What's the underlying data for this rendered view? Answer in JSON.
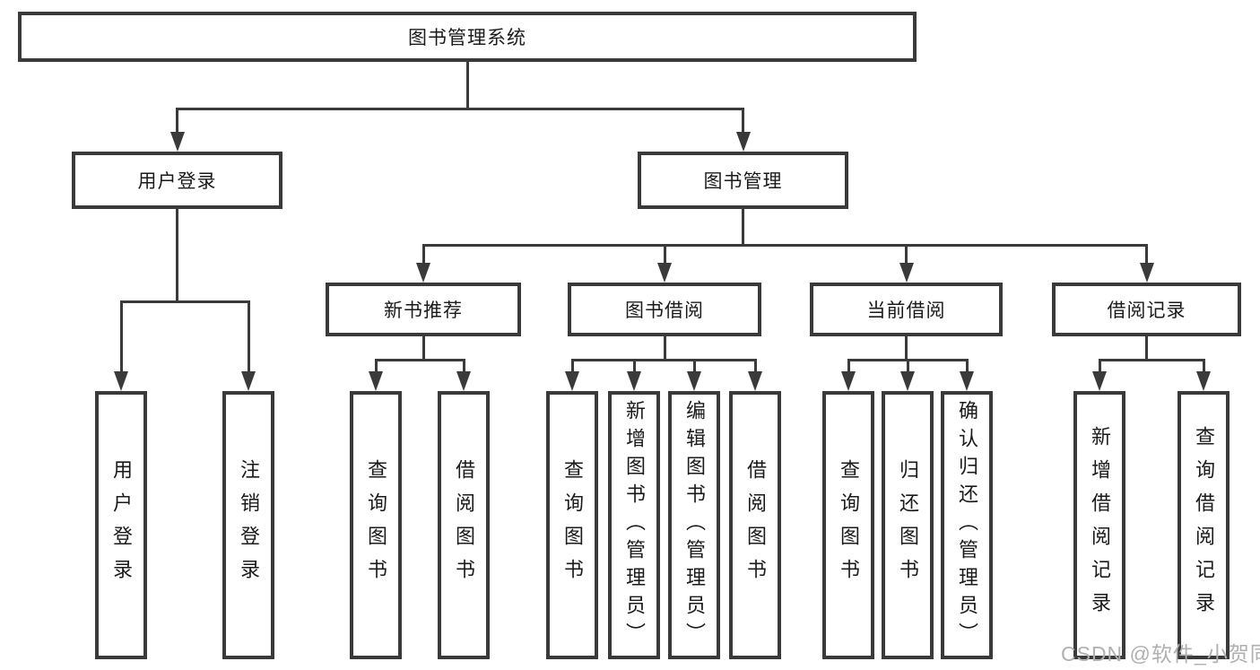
{
  "tree": {
    "label": "图书管理系统",
    "children": [
      {
        "label": "用户登录",
        "children": [
          {
            "label": "用户登录"
          },
          {
            "label": "注销登录"
          }
        ]
      },
      {
        "label": "图书管理",
        "children": [
          {
            "label": "新书推荐",
            "children": [
              {
                "label": "查询图书"
              },
              {
                "label": "借阅图书"
              }
            ]
          },
          {
            "label": "图书借阅",
            "children": [
              {
                "label": "查询图书"
              },
              {
                "label": "新增图书（管理员）"
              },
              {
                "label": "编辑图书（管理员）"
              },
              {
                "label": "借阅图书"
              }
            ]
          },
          {
            "label": "当前借阅",
            "children": [
              {
                "label": "查询图书"
              },
              {
                "label": "归还图书"
              },
              {
                "label": "确认归还（管理员）"
              }
            ]
          },
          {
            "label": "借阅记录",
            "children": [
              {
                "label": "新增借阅记录"
              },
              {
                "label": "查询借阅记录"
              }
            ]
          }
        ]
      }
    ]
  },
  "watermark": "CSDN @软件_小贺同学",
  "colors": {
    "line": "#3a3a3a",
    "text": "#1a1a1a",
    "box_background": "#ffffff",
    "watermark": "#b0b0b0"
  }
}
